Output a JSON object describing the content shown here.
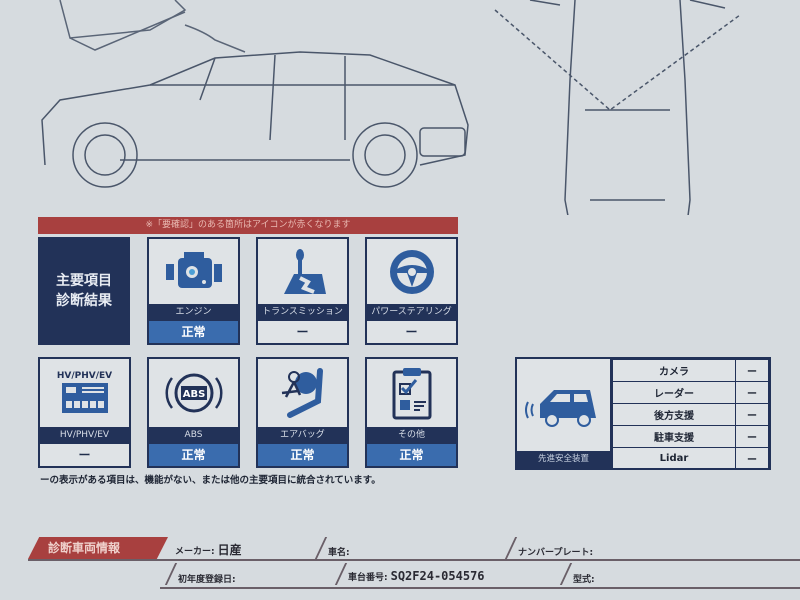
{
  "banner": "※「要確認」のある箇所はアイコンが赤くなります",
  "header_box": {
    "line1": "主要項目",
    "line2": "診断結果"
  },
  "items": [
    {
      "label": "エンジン",
      "status": "正常",
      "icon": "engine-icon"
    },
    {
      "label": "トランスミッション",
      "status": "ー",
      "icon": "gear-shift-icon"
    },
    {
      "label": "パワーステアリング",
      "status": "ー",
      "icon": "steering-wheel-icon"
    },
    {
      "label": "HV/PHV/EV",
      "status": "ー",
      "icon": "battery-panel-icon",
      "icon_title": "HV/PHV/EV"
    },
    {
      "label": "ABS",
      "status": "正常",
      "icon": "abs-icon",
      "icon_text": "ABS"
    },
    {
      "label": "エアバッグ",
      "status": "正常",
      "icon": "airbag-icon"
    },
    {
      "label": "その他",
      "status": "正常",
      "icon": "checklist-icon"
    }
  ],
  "note": "ーの表示がある項目は、機能がない、または他の主要項目に統合されています。",
  "adas": {
    "title": "先進安全装置",
    "rows": [
      {
        "name": "カメラ",
        "value": "ー"
      },
      {
        "name": "レーダー",
        "value": "ー"
      },
      {
        "name": "後方支援",
        "value": "ー"
      },
      {
        "name": "駐車支援",
        "value": "ー"
      },
      {
        "name": "Lidar",
        "value": "ー"
      }
    ]
  },
  "vehicle_info": {
    "title": "診断車両情報",
    "maker_label": "メーカー:",
    "maker": "日産",
    "name_label": "車名:",
    "plate_label": "ナンバープレート:",
    "reg_label": "初年度登録日:",
    "chassis_label": "車台番号:",
    "chassis": "SQ2F24-054576",
    "model_label": "型式:"
  },
  "colors": {
    "navy": "#223258",
    "blue": "#3a6cae",
    "red": "#a8403f"
  }
}
